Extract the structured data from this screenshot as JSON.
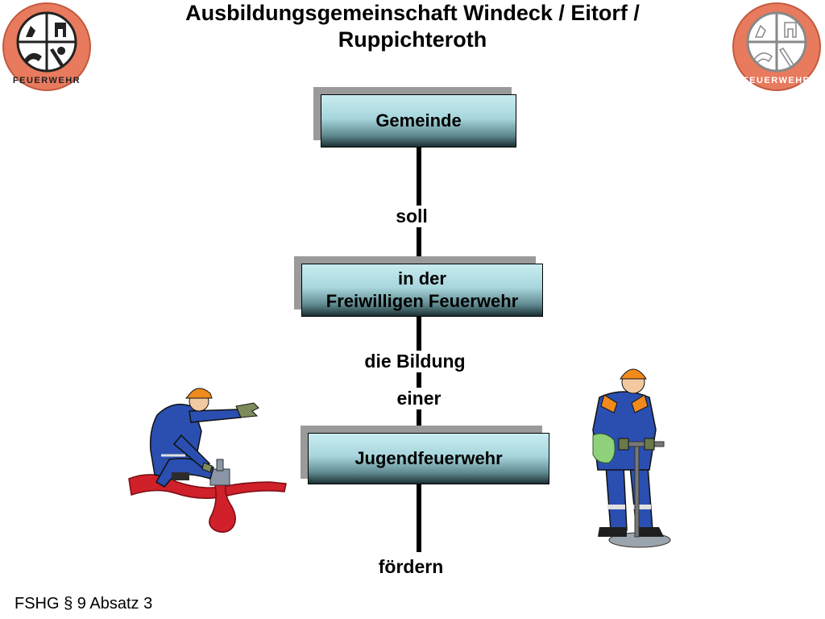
{
  "title": {
    "line1": "Ausbildungsgemeinschaft Windeck / Eitorf /",
    "line2": "Ruppichteroth"
  },
  "logos": {
    "left": {
      "text": "FEUERWEHR",
      "icon": "feuerwehr-emblem-icon",
      "ring_color": "#e87a5d"
    },
    "right": {
      "text": "FEUERWEHR",
      "icon": "feuerwehr-emblem-icon",
      "ring_color": "#e87a5d"
    }
  },
  "diagram": {
    "boxes": [
      {
        "id": "gemeinde",
        "lines": [
          "Gemeinde"
        ]
      },
      {
        "id": "freiwillige-feuerwehr",
        "lines": [
          "in der",
          "Freiwilligen Feuerwehr"
        ]
      },
      {
        "id": "jugendfeuerwehr",
        "lines": [
          "Jugendfeuerwehr"
        ]
      }
    ],
    "labels": {
      "soll": "soll",
      "die_bildung": "die Bildung",
      "einer": "einer",
      "foerdern": "fördern"
    }
  },
  "footer": "FSHG § 9 Absatz 3",
  "colors": {
    "box_light": "#c8ecf0",
    "box_dark": "#1c3033",
    "uniform_blue": "#2a4fb0",
    "helmet_orange": "#f08a1c",
    "hose_red": "#d0202a"
  },
  "figures": {
    "left": "firefighter-kneeling-hydrant-icon",
    "right": "firefighter-standing-key-icon"
  }
}
